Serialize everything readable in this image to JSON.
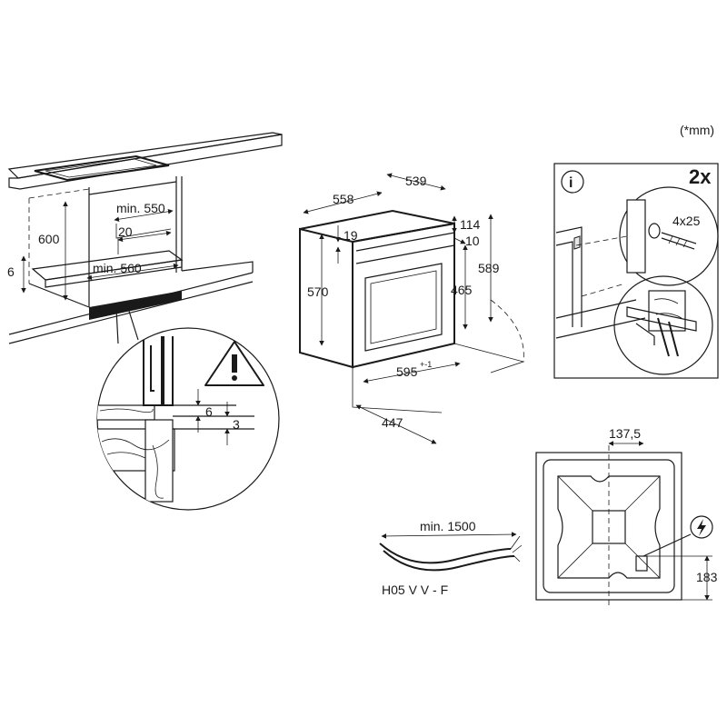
{
  "unit_note": "(*mm)",
  "cabinet": {
    "height": "600",
    "depth_min": "min. 550",
    "offset": "20",
    "width_min": "min. 560",
    "side_gap": "6"
  },
  "detail_circle": {
    "gap_top": "6",
    "gap_bottom": "3"
  },
  "oven": {
    "depth_total": "558",
    "depth_body": "539",
    "top_offset": "19",
    "panel_top": "114",
    "panel_gap": "10",
    "height_body": "570",
    "height_door": "465",
    "height_total": "589",
    "width": "595",
    "width_tolerance": "+-1",
    "depth_bottom": "447"
  },
  "fixing": {
    "quantity": "2x",
    "screw": "4x25"
  },
  "cable": {
    "length": "min. 1500",
    "type": "H05 V V - F"
  },
  "rear": {
    "horizontal": "137,5",
    "vertical": "183"
  }
}
